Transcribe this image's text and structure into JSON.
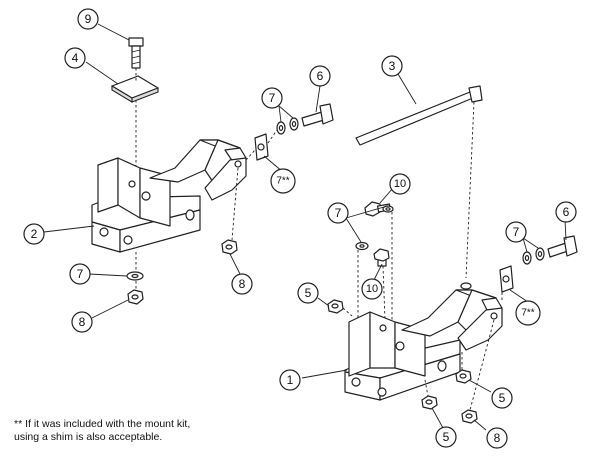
{
  "callouts": [
    {
      "id": "c9",
      "label": "9"
    },
    {
      "id": "c4",
      "label": "4"
    },
    {
      "id": "c2",
      "label": "2"
    },
    {
      "id": "c7a",
      "label": "7"
    },
    {
      "id": "c8a",
      "label": "8"
    },
    {
      "id": "c7b",
      "label": "7"
    },
    {
      "id": "c6a",
      "label": "6"
    },
    {
      "id": "c7c",
      "label": "7**"
    },
    {
      "id": "c8b",
      "label": "8"
    },
    {
      "id": "c3",
      "label": "3"
    },
    {
      "id": "c10a",
      "label": "10"
    },
    {
      "id": "c7d",
      "label": "7"
    },
    {
      "id": "c10b",
      "label": "10"
    },
    {
      "id": "c5a",
      "label": "5"
    },
    {
      "id": "c1",
      "label": "1"
    },
    {
      "id": "c7e",
      "label": "7"
    },
    {
      "id": "c6b",
      "label": "6"
    },
    {
      "id": "c7f",
      "label": "7**"
    },
    {
      "id": "c5b",
      "label": "5"
    },
    {
      "id": "c5c",
      "label": "5"
    },
    {
      "id": "c8c",
      "label": "8"
    }
  ],
  "note": {
    "line1": "** If it was included with the mount kit,",
    "line2": "using a shim is also acceptable."
  }
}
